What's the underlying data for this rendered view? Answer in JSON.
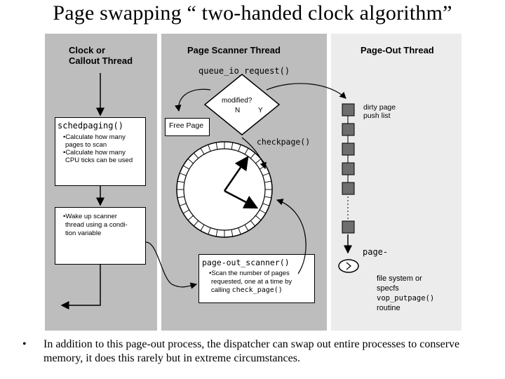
{
  "title": "Page swapping “ two-handed clock algorithm”",
  "bullet": "•",
  "bullet_text": "In addition to this page-out process, the dispatcher can swap out entire processes to conserve memory, it does this rarely but in extreme circumstances.",
  "diagram": {
    "col1_title_line1": "Clock or",
    "col1_title_line2": "Callout Thread",
    "col2_title": "Page Scanner Thread",
    "col3_title": "Page-Out Thread",
    "schedpaging_fn": "schedpaging()",
    "schedpaging_b1_l1": "•Calculate how many",
    "schedpaging_b1_l2": "pages to scan",
    "schedpaging_b2_l1": "•Calculate how many",
    "schedpaging_b2_l2": "CPU ticks can be used",
    "wakeup_l1": "•Wake up scanner",
    "wakeup_l2": "thread using a condi-",
    "wakeup_l3": "tion variable",
    "queue_io": "queue_io_request()",
    "modified": "modified?",
    "n_label": "N",
    "y_label": "Y",
    "free_page": "Free Page",
    "checkpage": "checkpage()",
    "scanner_fn": "page-out_scanner()",
    "scanner_l1": "•Scan the number of pages",
    "scanner_l2": "requested, one at a time by",
    "scanner_l3": "calling ",
    "scanner_l3_code": "check_page()",
    "dirty_l1": "dirty page",
    "dirty_l2": "push list",
    "page_label": "page-",
    "fs_l1": "file system or",
    "fs_l2": "specfs",
    "fs_l3": "vop_putpage()",
    "fs_l4": "routine"
  }
}
